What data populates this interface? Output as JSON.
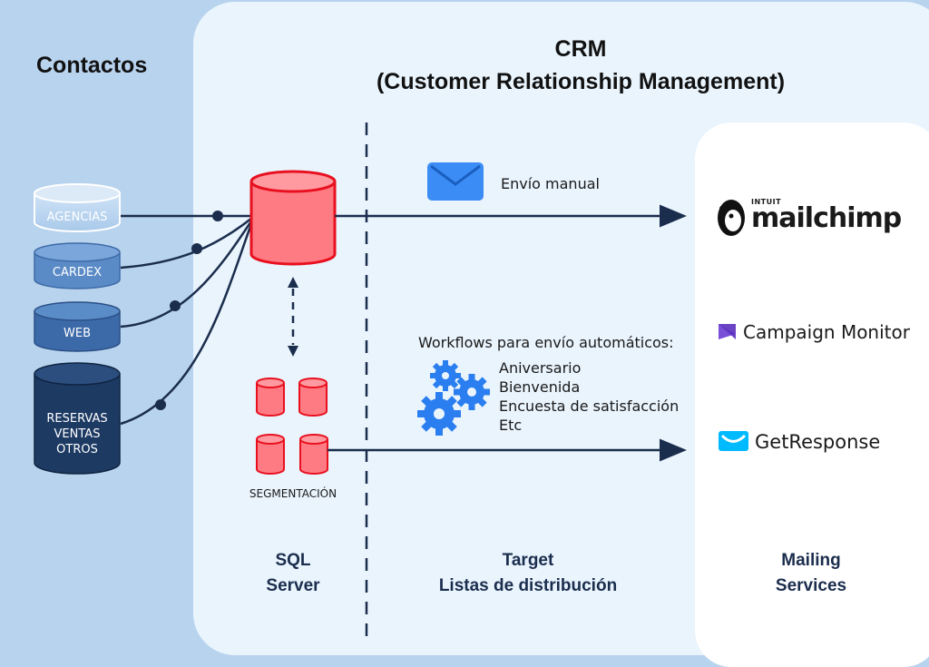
{
  "left_panel": {
    "title": "Contactos"
  },
  "crm": {
    "title_line1": "CRM",
    "title_line2": "(Customer Relationship Management)"
  },
  "sources": [
    {
      "label": "AGENCIAS"
    },
    {
      "label": "CARDEX"
    },
    {
      "label": "WEB"
    },
    {
      "label_lines": [
        "RESERVAS",
        "VENTAS",
        "OTROS"
      ]
    }
  ],
  "segmentation": {
    "label": "SEGMENTACIÓN"
  },
  "manual": {
    "label": "Envío manual"
  },
  "workflows": {
    "title": "Workflows para envío automáticos:",
    "items": [
      "Aniversario",
      "Bienvenida",
      "Encuesta de satisfacción",
      "Etc"
    ]
  },
  "services": [
    {
      "name": "mailchimp",
      "small": "INTUIT",
      "text": "mailchimp"
    },
    {
      "name": "campaign-monitor",
      "text": "Campaign Monitor"
    },
    {
      "name": "getresponse",
      "text": "GetResponse"
    }
  ],
  "footers": {
    "sql_line1": "SQL",
    "sql_line2": "Server",
    "target_line1": "Target",
    "target_line2": "Listas de distribución",
    "mailing_line1": "Mailing",
    "mailing_line2": "Services"
  },
  "colors": {
    "db_red": "#e8101f",
    "db_red_fill": "#ff7b83",
    "navy": "#1b2d4d",
    "gear_blue": "#2a7ef0",
    "envelope_blue": "#3b8cf5"
  }
}
